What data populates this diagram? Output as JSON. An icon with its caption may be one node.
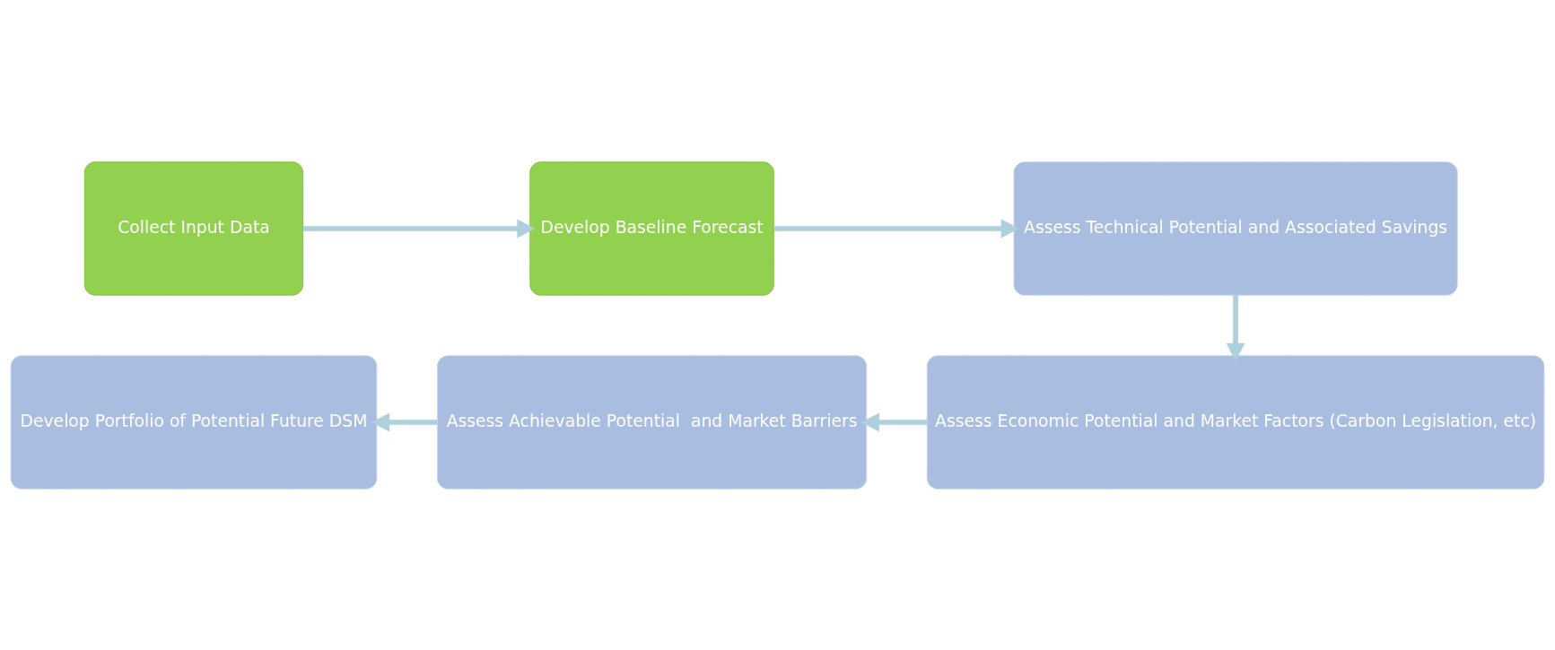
{
  "diagram": {
    "nodes": [
      {
        "text": [
          "Collect Input Data"
        ]
      },
      {
        "text": [
          "Develop Baseline Forecast"
        ]
      },
      {
        "text": [
          "Assess Technical Potential and Associated Savings"
        ]
      },
      {
        "text": [
          "Assess Economic Potential and Market Factors (Carbon Legislation, etc)"
        ]
      },
      {
        "text": [
          "Assess Achievable Potential  and Market Barriers"
        ]
      },
      {
        "text": [
          "Develop Portfolio of Potential Future DSM"
        ]
      }
    ],
    "edges": [
      {
        "from": 0,
        "to": 1,
        "arrow": "to"
      },
      {
        "from": 1,
        "to": 2,
        "arrow": "to"
      },
      {
        "from": 2,
        "to": 3,
        "arrow": "to"
      },
      {
        "from": 3,
        "to": 4,
        "arrow": "to"
      },
      {
        "from": 4,
        "to": 5,
        "arrow": "to"
      }
    ]
  }
}
